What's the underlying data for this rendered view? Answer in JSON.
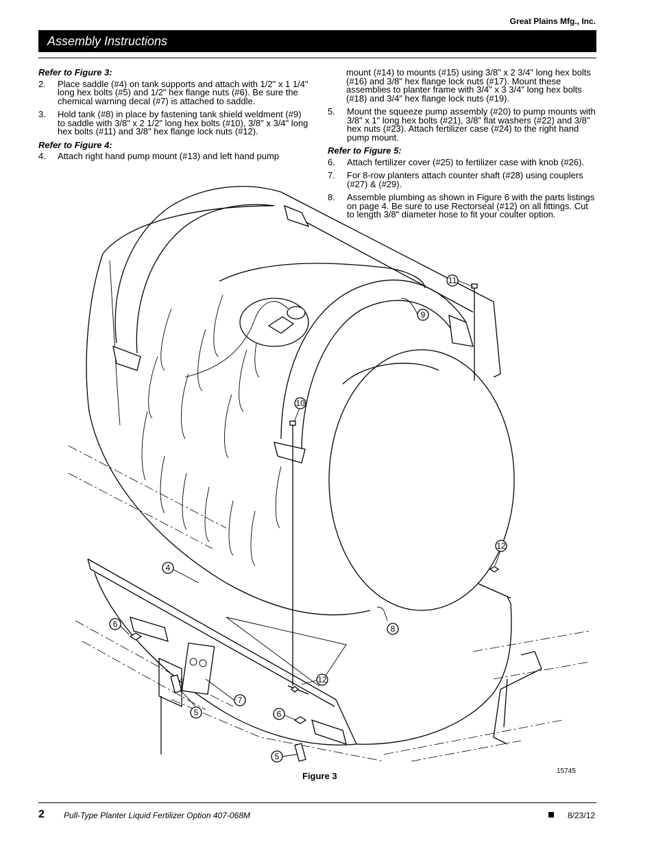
{
  "header": {
    "company": "Great Plains Mfg., Inc.",
    "section_title": "Assembly Instructions"
  },
  "left_column": {
    "fig3_ref": "Refer to Figure 3:",
    "step2": {
      "num": "2.",
      "text": "Place saddle (#4) on tank supports and attach with 1/2\" x 1 1/4\" long hex bolts (#5) and 1/2\" hex flange nuts (#6). Be sure the chemical warning decal (#7) is attached to saddle."
    },
    "step3": {
      "num": "3.",
      "text": "Hold tank (#8) in place by fastening tank shield weldment (#9) to saddle with 3/8\" x 2 1/2\" long hex bolts (#10), 3/8\" x 3/4\" long hex bolts (#11) and 3/8\" hex flange lock nuts (#12)."
    },
    "fig4_ref": "Refer to Figure 4:",
    "step4": {
      "num": "4.",
      "text": "Attach right hand pump mount (#13) and left hand pump"
    }
  },
  "right_column": {
    "step4_cont": "mount (#14) to mounts (#15) using 3/8\" x 2 3/4\" long hex bolts (#16) and 3/8\" hex flange lock nuts (#17). Mount these assemblies to planter frame with 3/4\" x 3 3/4\" long hex bolts (#18) and 3/4\" hex flange lock nuts (#19).",
    "step5": {
      "num": "5.",
      "text": "Mount the squeeze pump assembly (#20) to pump mounts with 3/8\" x 1\" long hex bolts (#21), 3/8\" flat washers (#22) and 3/8\" hex nuts (#23). Attach fertilizer case (#24) to the right hand pump mount."
    },
    "fig5_ref": "Refer to Figure 5:",
    "step6": {
      "num": "6.",
      "text": "Attach fertilizer cover (#25) to fertilizer case with knob (#26)."
    },
    "step7": {
      "num": "7.",
      "text": "For 8-row planters attach counter shaft (#28) using couplers (#27) & (#29)."
    },
    "step8": {
      "num": "8.",
      "text": "Assemble plumbing as shown in Figure 6 with the parts listings on page 4. Be sure to use Rectorseal (#12) on all fittings. Cut to length 3/8\" diameter hose to fit your coulter option."
    }
  },
  "figure": {
    "caption": "Figure 3",
    "drawing_id": "15745",
    "callouts": {
      "c11": "11",
      "c9": "9",
      "c10": "10",
      "c12a": "12",
      "c4": "4",
      "c8": "8",
      "c6a": "6",
      "c12b": "12",
      "c7": "7",
      "c5a": "5",
      "c6b": "6",
      "c5b": "5"
    }
  },
  "footer": {
    "page_number": "2",
    "doc_title": "Pull-Type Planter Liquid Fertilizer Option   407-068M",
    "date": "8/23/12"
  }
}
